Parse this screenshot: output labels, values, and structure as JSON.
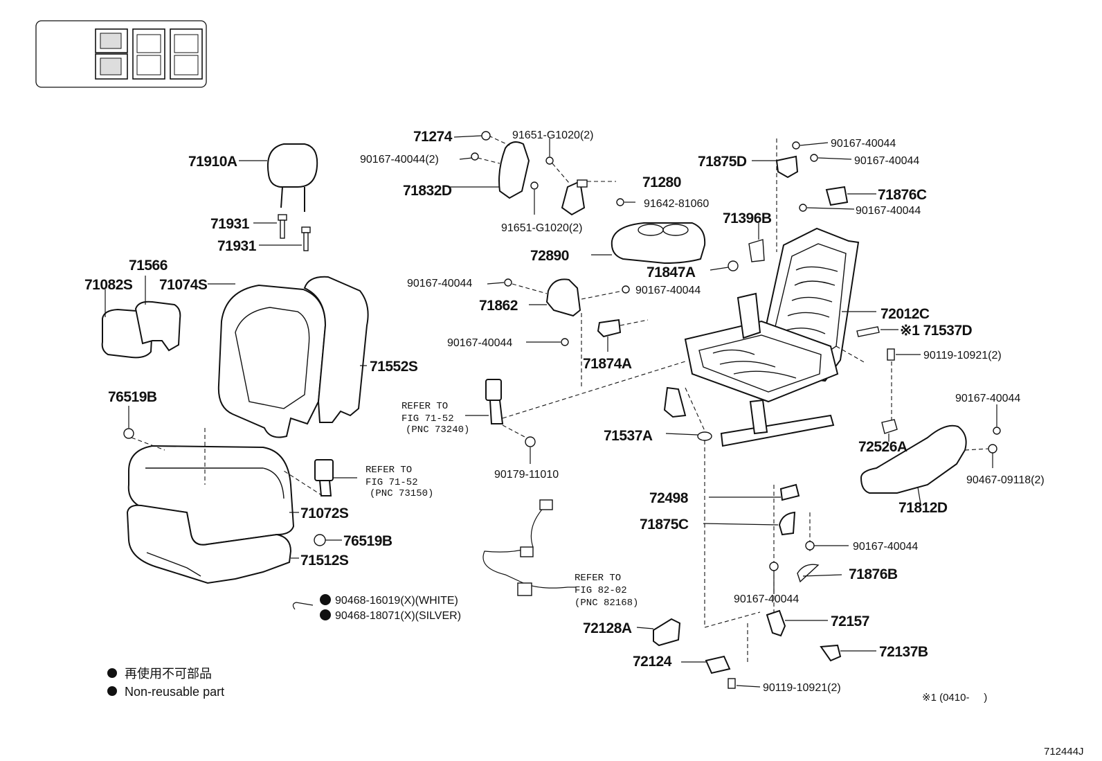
{
  "callouts": [
    {
      "id": "c1",
      "label": "71274"
    },
    {
      "id": "c2",
      "label": "91651-G1020(2)"
    },
    {
      "id": "c3",
      "label": "90167-40044(2)"
    },
    {
      "id": "c4",
      "label": "71832D"
    },
    {
      "id": "c5",
      "label": "91651-G1020(2)"
    },
    {
      "id": "c6",
      "label": "71280"
    },
    {
      "id": "c7",
      "label": "91642-81060"
    },
    {
      "id": "c8",
      "label": "71910A"
    },
    {
      "id": "c9",
      "label": "71931"
    },
    {
      "id": "c10",
      "label": "71931"
    },
    {
      "id": "c11",
      "label": "71566"
    },
    {
      "id": "c12",
      "label": "71082S"
    },
    {
      "id": "c13",
      "label": "71074S"
    },
    {
      "id": "c14",
      "label": "71552S"
    },
    {
      "id": "c15",
      "label": "76519B"
    },
    {
      "id": "c16",
      "label": "71072S"
    },
    {
      "id": "c17",
      "label": "76519B"
    },
    {
      "id": "c18",
      "label": "71512S"
    },
    {
      "id": "c19",
      "label": "72890"
    },
    {
      "id": "c20",
      "label": "71847A"
    },
    {
      "id": "c21",
      "label": "90167-40044"
    },
    {
      "id": "c22",
      "label": "90167-40044"
    },
    {
      "id": "c23",
      "label": "71862"
    },
    {
      "id": "c24",
      "label": "90167-40044"
    },
    {
      "id": "c25",
      "label": "71874A"
    },
    {
      "id": "c26",
      "label": "90179-11010"
    },
    {
      "id": "c27",
      "label": "90167-40044"
    },
    {
      "id": "c28",
      "label": "71875D"
    },
    {
      "id": "c29",
      "label": "90167-40044"
    },
    {
      "id": "c30",
      "label": "71876C"
    },
    {
      "id": "c31",
      "label": "90167-40044"
    },
    {
      "id": "c32",
      "label": "71396B"
    },
    {
      "id": "c33",
      "label": "72012C"
    },
    {
      "id": "c34",
      "label": "※1 71537D"
    },
    {
      "id": "c35",
      "label": "90119-10921(2)"
    },
    {
      "id": "c36",
      "label": "71537A"
    },
    {
      "id": "c37",
      "label": "72526A"
    },
    {
      "id": "c38",
      "label": "90167-40044"
    },
    {
      "id": "c39",
      "label": "90467-09118(2)"
    },
    {
      "id": "c40",
      "label": "71812D"
    },
    {
      "id": "c41",
      "label": "72498"
    },
    {
      "id": "c42",
      "label": "71875C"
    },
    {
      "id": "c43",
      "label": "90167-40044"
    },
    {
      "id": "c44",
      "label": "71876B"
    },
    {
      "id": "c45",
      "label": "90167-40044"
    },
    {
      "id": "c46",
      "label": "72157"
    },
    {
      "id": "c47",
      "label": "72128A"
    },
    {
      "id": "c48",
      "label": "72137B"
    },
    {
      "id": "c49",
      "label": "72124"
    },
    {
      "id": "c50",
      "label": "90119-10921(2)"
    },
    {
      "id": "c51",
      "label": "90468-16019(X)(WHITE)"
    },
    {
      "id": "c52",
      "label": "90468-18071(X)(SILVER)"
    }
  ],
  "refer_notes": [
    {
      "line1": "REFER TO",
      "line2": "FIG 71-52",
      "line3": "(PNC 73240)"
    },
    {
      "line1": "REFER TO",
      "line2": "FIG 71-52",
      "line3": "(PNC 73150)"
    },
    {
      "line1": "REFER TO",
      "line2": "FIG 82-02",
      "line3": "(PNC 82168)"
    }
  ],
  "legend": {
    "japanese": "再使用不可部品",
    "english": "Non-reusable part"
  },
  "footnote": "※1 (0410-     )",
  "figure_id": "712444J",
  "icons": {
    "legend_marker": "filled-circle-icon",
    "seat_location": "seat-location-icon"
  }
}
